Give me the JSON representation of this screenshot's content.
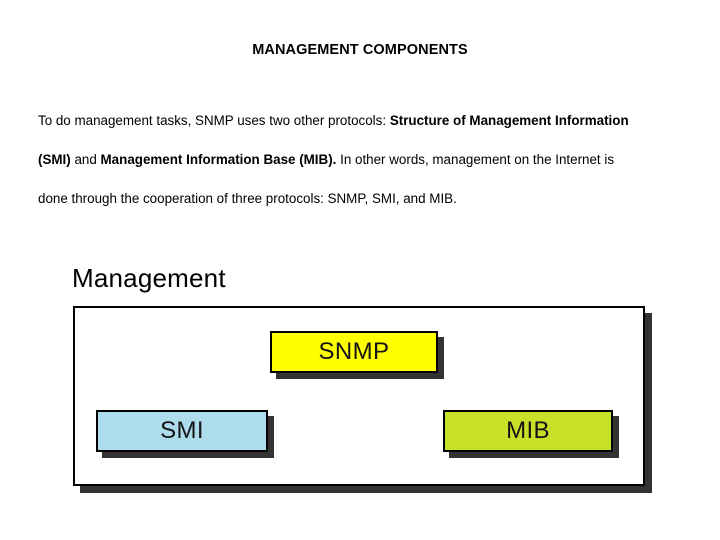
{
  "slide": {
    "title": "MANAGEMENT COMPONENTS",
    "background_color": "#ffffff",
    "text_color": "#000000"
  },
  "body": {
    "lines": [
      {
        "segments": [
          {
            "text": "To do management tasks, SNMP uses two other protocols: ",
            "bold": false
          },
          {
            "text": "Structure of Management Information",
            "bold": true
          }
        ]
      },
      {
        "segments": [
          {
            "text": "(SMI)",
            "bold": true
          },
          {
            "text": " and ",
            "bold": false
          },
          {
            "text": "Management Information Base (MIB).",
            "bold": true
          },
          {
            "text": " In other words, management on the Internet is",
            "bold": false
          }
        ]
      },
      {
        "segments": [
          {
            "text": "done through the cooperation of three protocols: SNMP, SMI, and MIB.",
            "bold": false
          }
        ]
      }
    ]
  },
  "diagram": {
    "type": "block-diagram",
    "container_label": "Management",
    "container_fill": "#ffffff",
    "container_border": "#000000",
    "shadow_color": "#333333",
    "boxes": [
      {
        "id": "snmp",
        "label": "SNMP",
        "fill": "#ffff00",
        "border": "#000000",
        "text_color": "#141414"
      },
      {
        "id": "smi",
        "label": "SMI",
        "fill": "#addced",
        "border": "#000000",
        "text_color": "#141414"
      },
      {
        "id": "mib",
        "label": "MIB",
        "fill": "#c9e029",
        "border": "#000000",
        "text_color": "#141414"
      }
    ]
  }
}
